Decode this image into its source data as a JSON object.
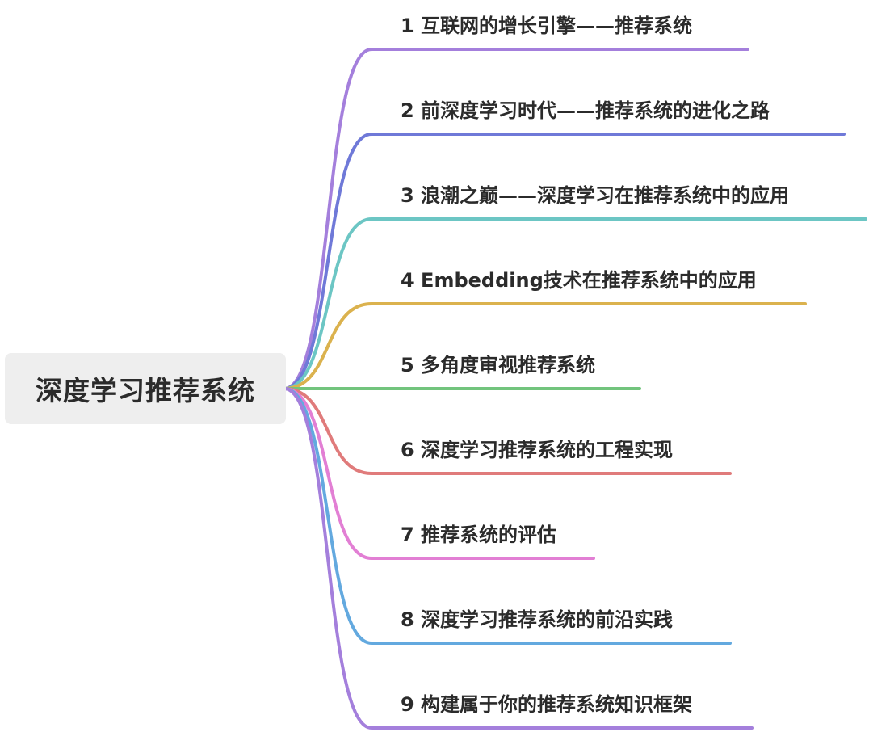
{
  "root": {
    "label": "深度学习推荐系统"
  },
  "branches": [
    {
      "label": "1 互联网的增长引擎——推荐系统",
      "color": "#a47fdc"
    },
    {
      "label": "2 前深度学习时代——推荐系统的进化之路",
      "color": "#6f79d8"
    },
    {
      "label": "3 浪潮之巅——深度学习在推荐系统中的应用",
      "color": "#6cc6c4"
    },
    {
      "label": "4 Embedding技术在推荐系统中的应用",
      "color": "#dbb24e"
    },
    {
      "label": "5 多角度审视推荐系统",
      "color": "#72c47d"
    },
    {
      "label": "6 深度学习推荐系统的工程实现",
      "color": "#e07b7b"
    },
    {
      "label": "7 推荐系统的评估",
      "color": "#e27fd4"
    },
    {
      "label": "8 深度学习推荐系统的前沿实践",
      "color": "#63a9df"
    },
    {
      "label": "9 构建属于你的推荐系统知识框架",
      "color": "#a47fdc"
    }
  ]
}
